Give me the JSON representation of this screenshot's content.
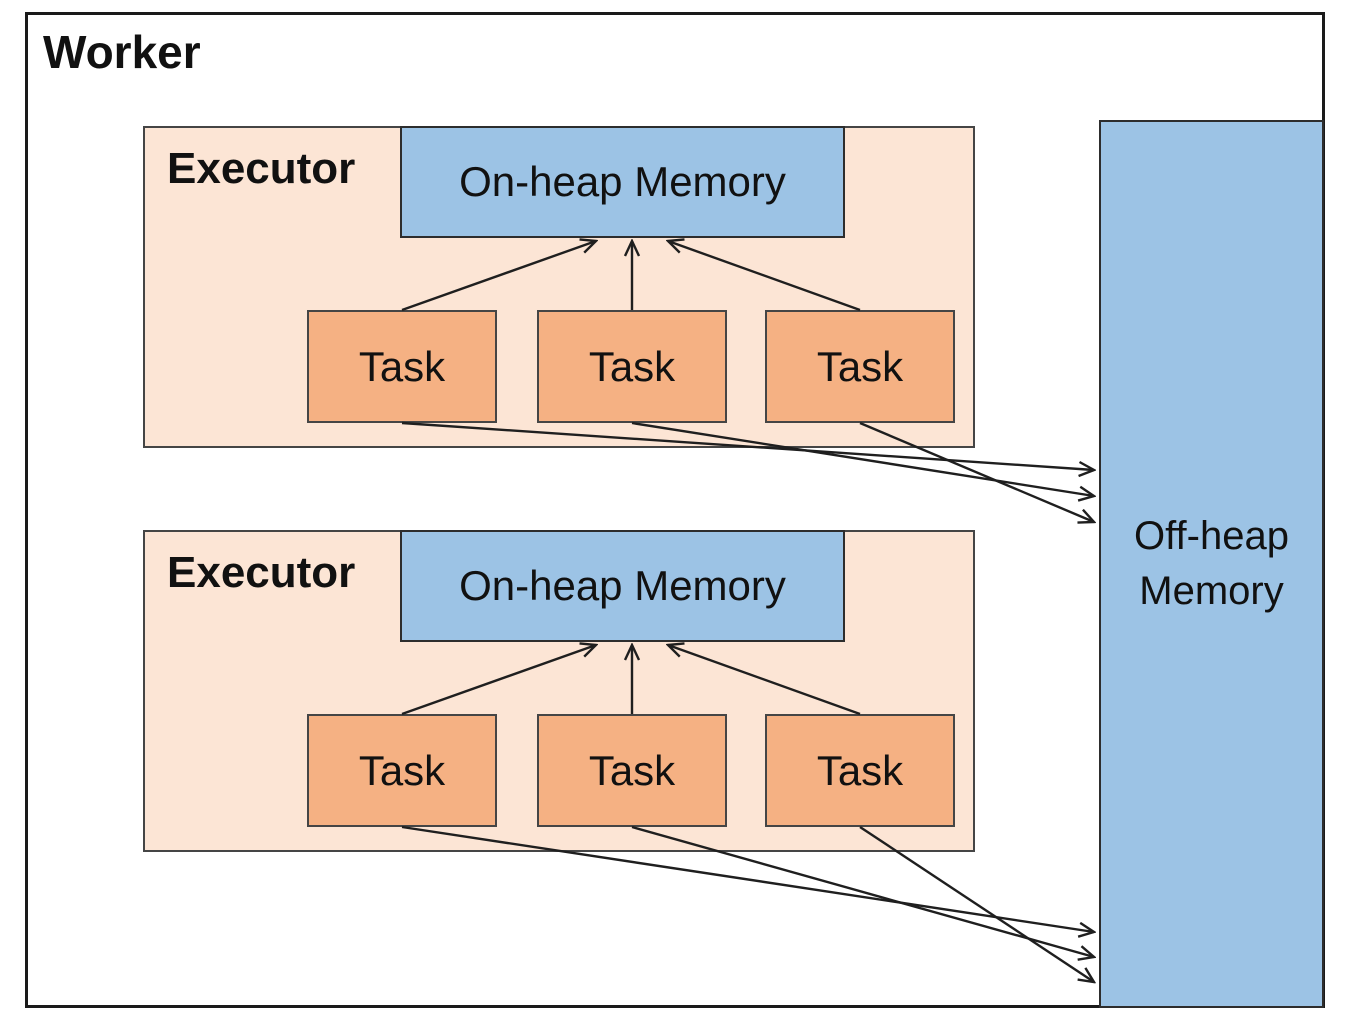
{
  "diagram": {
    "worker": {
      "label": "Worker"
    },
    "executors": [
      {
        "label": "Executor",
        "on_heap": "On-heap Memory",
        "tasks": [
          "Task",
          "Task",
          "Task"
        ]
      },
      {
        "label": "Executor",
        "on_heap": "On-heap Memory",
        "tasks": [
          "Task",
          "Task",
          "Task"
        ]
      }
    ],
    "off_heap": {
      "line1": "Off-heap",
      "line2": "Memory"
    },
    "colors": {
      "executor_fill": "#fce5d5",
      "task_fill": "#f5b183",
      "memory_fill": "#9cc3e5",
      "worker_border": "#1a1a1a",
      "box_border": "#454545",
      "arrow_color": "#1f1f1f",
      "text_color": "#111111",
      "canvas_bg": "#ffffff"
    }
  }
}
